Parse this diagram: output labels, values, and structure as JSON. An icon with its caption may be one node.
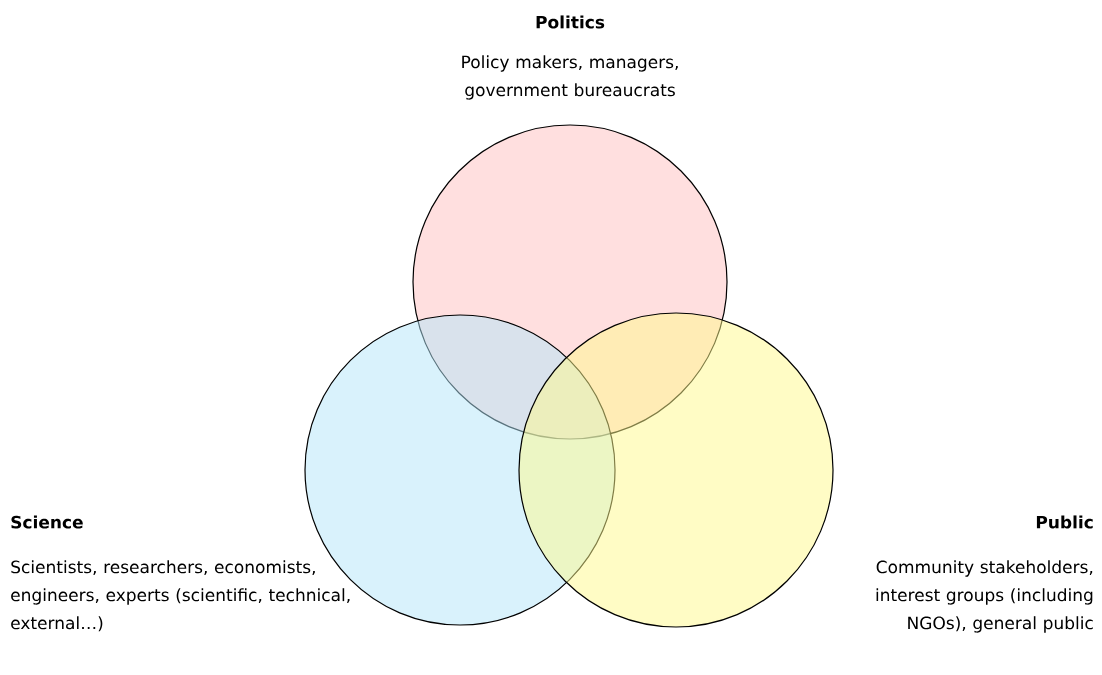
{
  "diagram": {
    "nodes": [
      {
        "text": [],
        "shape": "circle",
        "beside": [
          "Politics",
          "Policy makers, managers, government bureaucrats"
        ]
      },
      {
        "text": [],
        "shape": "circle",
        "beside": [
          "Science",
          "Scientists, researchers, economists, engineers, experts (scientific, technical, external…)"
        ]
      },
      {
        "text": [],
        "shape": "circle",
        "beside": [
          "Public",
          "Community stakeholders, interest groups (including NGOs), general public"
        ]
      }
    ]
  }
}
